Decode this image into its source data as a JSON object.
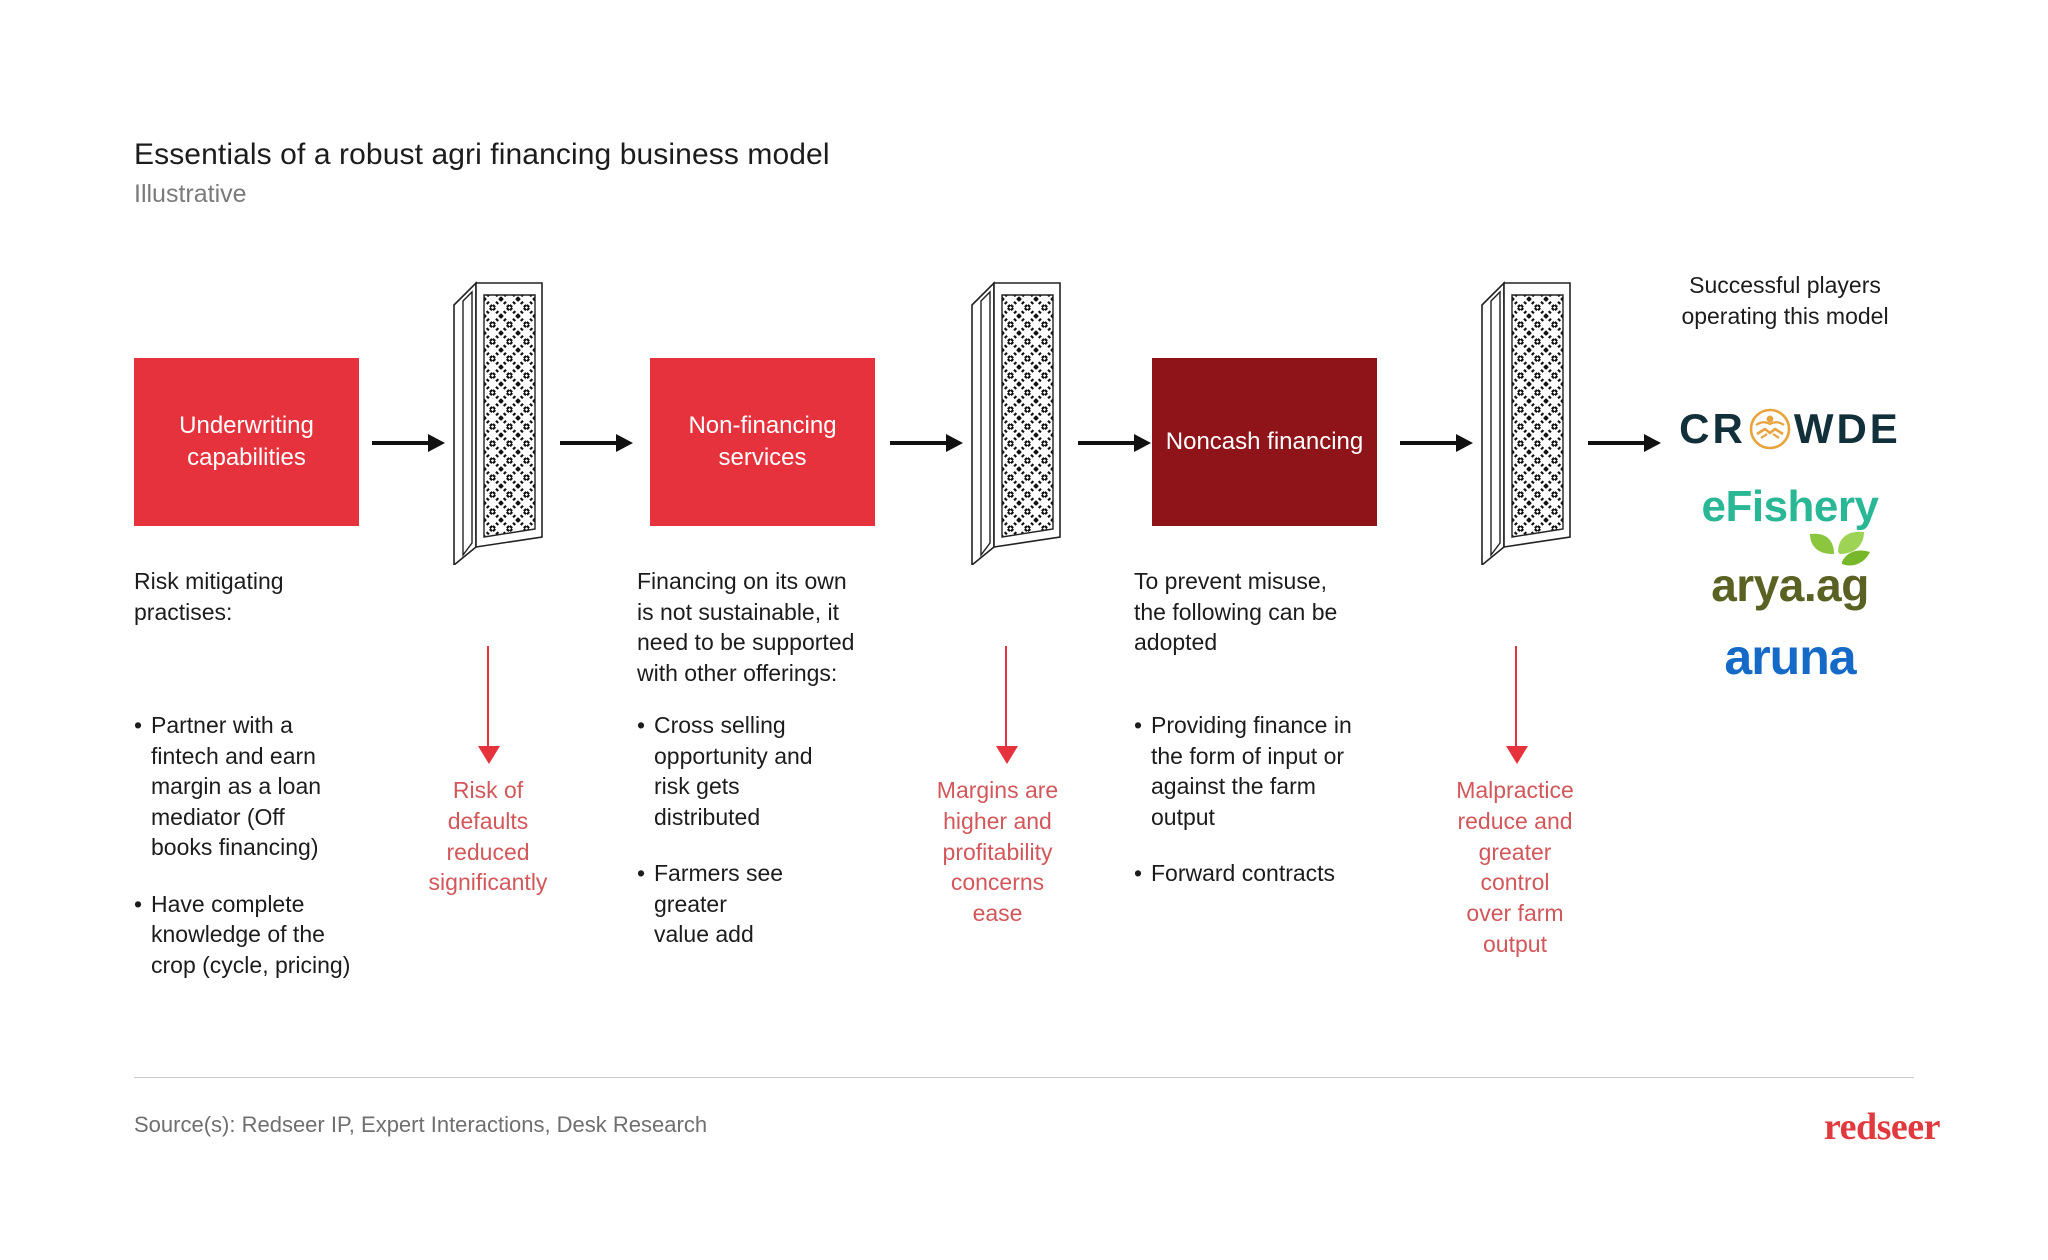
{
  "header": {
    "title": "Essentials of a robust agri financing business model",
    "subtitle": "Illustrative"
  },
  "colors": {
    "accent_red": "#e5323c",
    "dark_red": "#8e1419",
    "caption_red": "#d2575a",
    "brand_red": "#e03a3e"
  },
  "stages": [
    {
      "box_label": "Underwriting\ncapabilities",
      "box_style": "light",
      "intro": "Risk mitigating\npractises:",
      "bullets": [
        "Partner with a\nfintech and earn\nmargin as a loan\nmediator (Off\nbooks financing)",
        "Have  complete\nknowledge of the\ncrop (cycle, pricing)"
      ]
    },
    {
      "box_label": "Non-financing\nservices",
      "box_style": "light",
      "intro": "Financing on its own\nis not sustainable,  it\nneed to be supported\nwith other offerings:",
      "bullets": [
        "Cross selling\nopportunity and\nrisk gets\ndistributed",
        "Farmers see\n greater\nvalue add"
      ]
    },
    {
      "box_label": "Noncash\nfinancing",
      "box_style": "dark",
      "intro": "To prevent misuse,\nthe following can be\nadopted",
      "bullets": [
        "Providing finance in\nthe form of input or\nagainst the farm\noutput",
        "Forward contracts"
      ]
    }
  ],
  "filters": [
    {
      "caption": "Risk of\ndefaults\nreduced\nsignificantly"
    },
    {
      "caption": "Margins are\nhigher and\nprofitability\nconcerns\nease"
    },
    {
      "caption": "Malpractice\nreduce and\ngreater\ncontrol\nover farm\noutput"
    }
  ],
  "players": {
    "heading": "Successful players\noperating this model",
    "logos": [
      {
        "name": "crowde",
        "text_before": "CR",
        "text_after": "WDE"
      },
      {
        "name": "efishery",
        "text": "eFishery"
      },
      {
        "name": "arya-ag",
        "text": "arya.ag"
      },
      {
        "name": "aruna",
        "text": "aruna"
      }
    ]
  },
  "footer": {
    "source": "Source(s): Redseer IP, Expert Interactions, Desk Research",
    "brand": "redseer"
  }
}
